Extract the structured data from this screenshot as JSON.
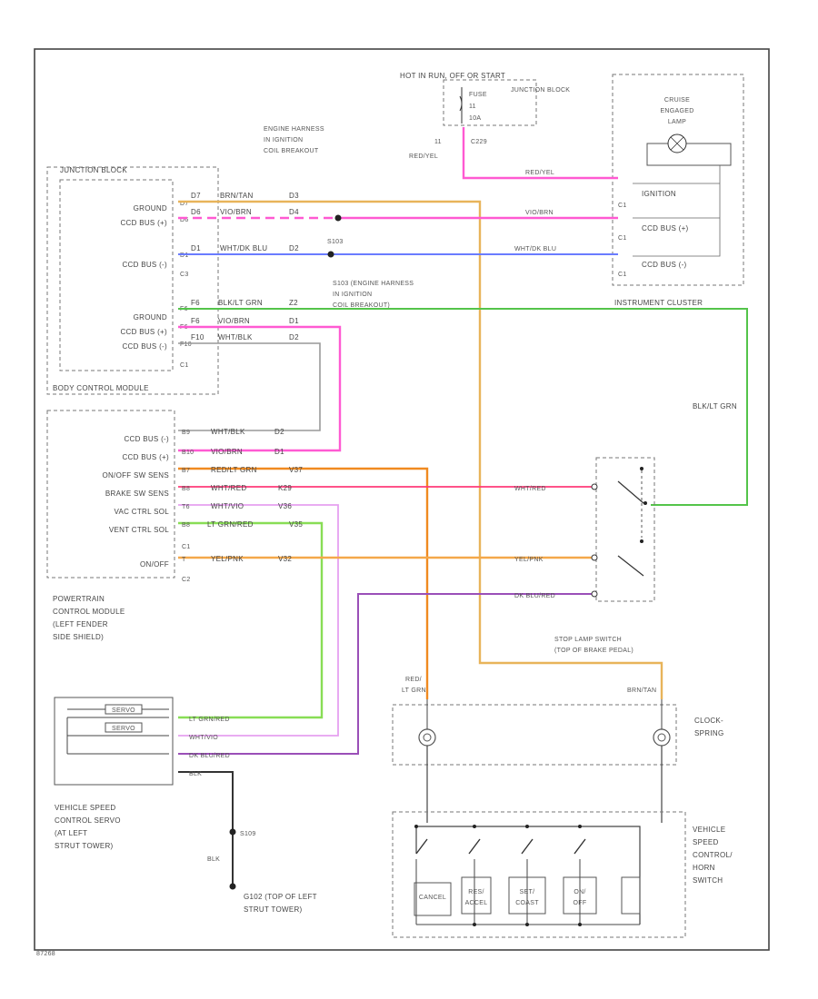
{
  "diagram_id": "87268",
  "colors": {
    "tan": "#e8b45a",
    "pink": "#ff5ad2",
    "violet": "#b8a0e8",
    "blue": "#6a7cff",
    "green": "#54c44a",
    "lightgreen": "#88dd55",
    "orange": "#f08a20",
    "yellow": "#f4a84a",
    "red": "#ff3a78",
    "purple": "#9a4fb8",
    "gray": "#999999",
    "black": "#333333"
  },
  "junction_block": {
    "title": "JUNCTION BLOCK",
    "subtitle": "BODY CONTROL MODULE",
    "pins": [
      {
        "label": "GROUND",
        "pin": "D7"
      },
      {
        "label": "CCD BUS (+)",
        "pin": "D6"
      },
      {
        "label": "CCD BUS (-)",
        "pin": "D1"
      },
      {
        "label": "GROUND",
        "pin": "F6"
      },
      {
        "label": "CCD BUS (+)",
        "pin": "F6"
      },
      {
        "label": "CCD BUS (-)",
        "pin": "F10"
      }
    ],
    "connectors": [
      "C3",
      "C1"
    ]
  },
  "hot_box": {
    "title": "HOT IN RUN, OFF OR START",
    "fuse_lines": [
      "FUSE",
      "11",
      "10A"
    ],
    "junction_block_label": "JUNCTION BLOCK",
    "connector": "C229",
    "wire_label": "RED/YEL",
    "pin": "11"
  },
  "cluster": {
    "lamp_lines": [
      "CRUISE",
      "ENGAGED",
      "LAMP"
    ],
    "pins": [
      {
        "label": "IGNITION",
        "pin": "C1"
      },
      {
        "label": "CCD BUS (+)",
        "pin": "C1"
      },
      {
        "label": "CCD BUS (-)",
        "pin": "C1"
      }
    ],
    "wires": [
      "RED/YEL",
      "VIO/BRN",
      "WHT/DK BLU"
    ],
    "title": "INSTRUMENT CLUSTER"
  },
  "splices": {
    "top": [
      "ENGINE HARNESS",
      "IN IGNITION",
      "COIL BREAKOUT"
    ],
    "s103": "S103",
    "bottom": [
      "S103 (ENGINE HARNESS",
      "IN IGNITION",
      "COIL BREAKOUT)"
    ]
  },
  "top_wires": [
    {
      "pin": "D7",
      "label": "BRN/TAN",
      "code": "D3"
    },
    {
      "pin": "D6",
      "label": "VIO/BRN",
      "code": "D4"
    },
    {
      "pin": "D1",
      "label": "WHT/DK BLU",
      "code": "D2"
    }
  ],
  "mid_wires": [
    {
      "pin": "F6",
      "label": "BLK/LT GRN",
      "code": "Z2"
    },
    {
      "pin": "F6",
      "label": "VIO/BRN",
      "code": "D1"
    },
    {
      "pin": "F10",
      "label": "WHT/BLK",
      "code": "D2"
    }
  ],
  "pcm": {
    "pins": [
      {
        "label": "CCD BUS (-)",
        "pin": "B9",
        "wire": "WHT/BLK",
        "code": "D2"
      },
      {
        "label": "CCD BUS (+)",
        "pin": "B10",
        "wire": "VIO/BRN",
        "code": "D1"
      },
      {
        "label": "ON/OFF SW SENS",
        "pin": "B7",
        "wire": "RED/LT GRN",
        "code": "V37"
      },
      {
        "label": "BRAKE SW SENS",
        "pin": "B8",
        "wire": "WHT/RED",
        "code": "K29"
      },
      {
        "label": "VAC CTRL SOL",
        "pin": "T6",
        "wire": "WHT/VIO",
        "code": "V36"
      },
      {
        "label": "VENT CTRL SOL",
        "pin": "B8",
        "wire": "LT GRN/RED",
        "code": "V35"
      },
      {
        "label": "ON/OFF",
        "pin": "T",
        "wire": "YEL/PNK",
        "code": "V32"
      }
    ],
    "connectors": [
      "C1",
      "C2"
    ],
    "title_lines": [
      "POWERTRAIN",
      "CONTROL MODULE",
      "(LEFT FENDER",
      "SIDE SHIELD)"
    ]
  },
  "right_side": {
    "blk_grn": "BLK/LT GRN",
    "wht_red": "WHT/RED",
    "yel_pnk": "YEL/PNK",
    "dk_blu": "DK BLU/RED",
    "stop_lamp": [
      "STOP LAMP SWITCH",
      "(TOP OF BRAKE PEDAL)"
    ]
  },
  "servo": {
    "coils": [
      "SERVO",
      "SERVO"
    ],
    "wires": [
      "LT GRN/RED",
      "WHT/VIO",
      "DK BLU/RED",
      "BLK"
    ],
    "title_lines": [
      "VEHICLE SPEED",
      "CONTROL SERVO",
      "(AT LEFT",
      "STRUT TOWER)"
    ],
    "splice": "S109",
    "ground_wire": "BLK",
    "ground_lines": [
      "G102 (TOP OF LEFT",
      "STRUT TOWER)"
    ]
  },
  "clockspring": {
    "left_wire": [
      "RED/",
      "LT GRN"
    ],
    "right_wire": "BRN/TAN",
    "title_lines": [
      "CLOCK-",
      "SPRING"
    ]
  },
  "speed_switch": {
    "buttons": [
      [
        "CANCEL"
      ],
      [
        "RES/",
        "ACCEL"
      ],
      [
        "SET/",
        "COAST"
      ],
      [
        "ON/",
        "OFF"
      ]
    ],
    "title_lines": [
      "VEHICLE",
      "SPEED",
      "CONTROL/",
      "HORN",
      "SWITCH"
    ]
  }
}
